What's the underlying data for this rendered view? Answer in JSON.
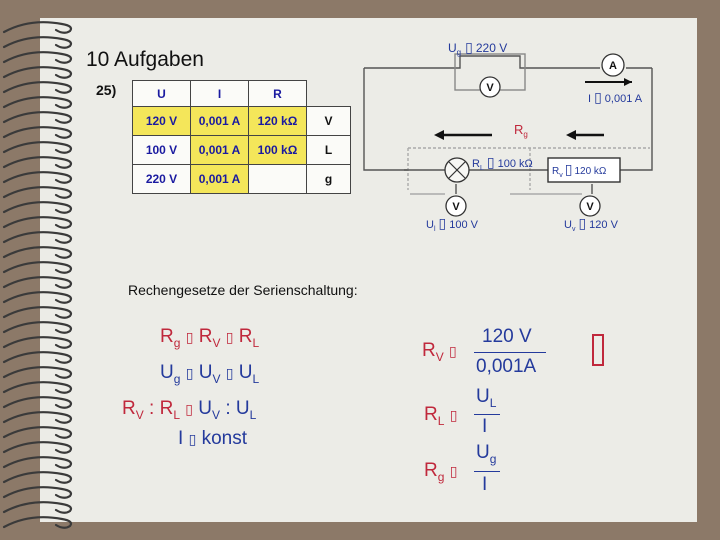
{
  "title": "10 Aufgaben",
  "task_number": "25)",
  "table": {
    "headers": [
      "U",
      "I",
      "R"
    ],
    "rows": [
      {
        "u": "120 V",
        "i": "0,001 A",
        "r": "120 kΩ",
        "tag": "V"
      },
      {
        "u": "100 V",
        "i": "0,001 A",
        "r": "100 kΩ",
        "tag": "L"
      },
      {
        "u": "220 V",
        "i": "0,001 A",
        "r": "",
        "tag": "g"
      }
    ]
  },
  "circuit": {
    "ug_prefix": "U",
    "ug_sub": "g",
    "ug_value": "220 V",
    "voltmeter": "V",
    "ammeter": "A",
    "current_value": "0,001 A",
    "rg": "R",
    "rg_sub": "g",
    "rl": "R",
    "rl_sub": "L",
    "rl_value": "100 kΩ",
    "rv": "R",
    "rv_sub": "v",
    "rv_value": "120 kΩ",
    "ul": "U",
    "ul_sub": "l",
    "ul_value": "100 V",
    "uv": "U",
    "uv_sub": "v",
    "uv_value": "120 V"
  },
  "subtitle": "Rechengesetze der Serienschaltung:",
  "laws": {
    "r_main": "R",
    "r_sub_g": "g",
    "r_sub_v": "V",
    "r_sub_l": "L",
    "u_main": "U",
    "u_sub_g": "g",
    "u_sub_v": "V",
    "u_sub_l": "L",
    "ratio_colon": ":",
    "i_main": "I",
    "konst": "konst"
  },
  "formulas": {
    "rv_num": "120 V",
    "rv_den": "0,001A",
    "ul_num": "U",
    "ul_num_sub": "L",
    "ug_num": "U",
    "ug_num_sub": "g",
    "den_i": "I"
  },
  "glyph_box": "▯",
  "colors": {
    "formula_red": "#c0283c",
    "formula_blue": "#243a9c",
    "table_yellow": "#f4e65a",
    "background": "#8c7968",
    "slide": "#ecece7"
  }
}
